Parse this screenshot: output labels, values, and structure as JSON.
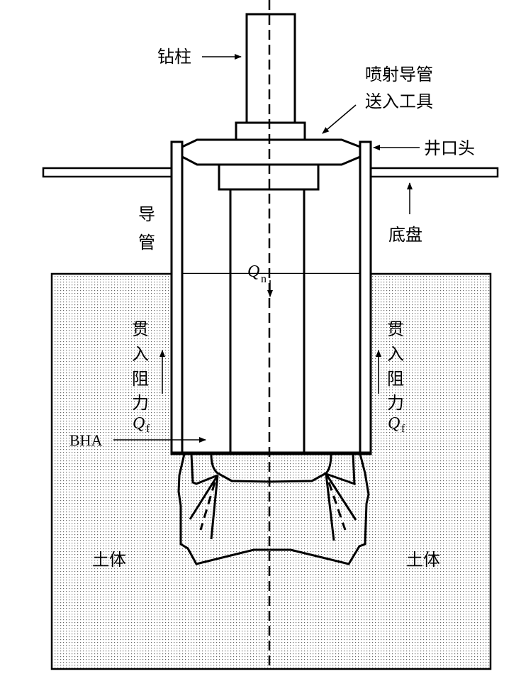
{
  "title": "喷射导管安装示意图",
  "labels": {
    "drill_string": "钻柱",
    "running_tool_line1": "喷射导管",
    "running_tool_line2": "送入工具",
    "wellhead": "井口头",
    "mudmat": "底盘",
    "conductor_1": "导",
    "conductor_2": "管",
    "flow_q": "Q",
    "flow_sub": "n",
    "resistance_chars": [
      "贯",
      "入",
      "阻",
      "力"
    ],
    "resistance_q": "Q",
    "resistance_sub": "f",
    "bha": "BHA",
    "soil": "土体"
  },
  "colors": {
    "line": "#000000",
    "soil_dot": "#555555",
    "background": "#ffffff"
  }
}
